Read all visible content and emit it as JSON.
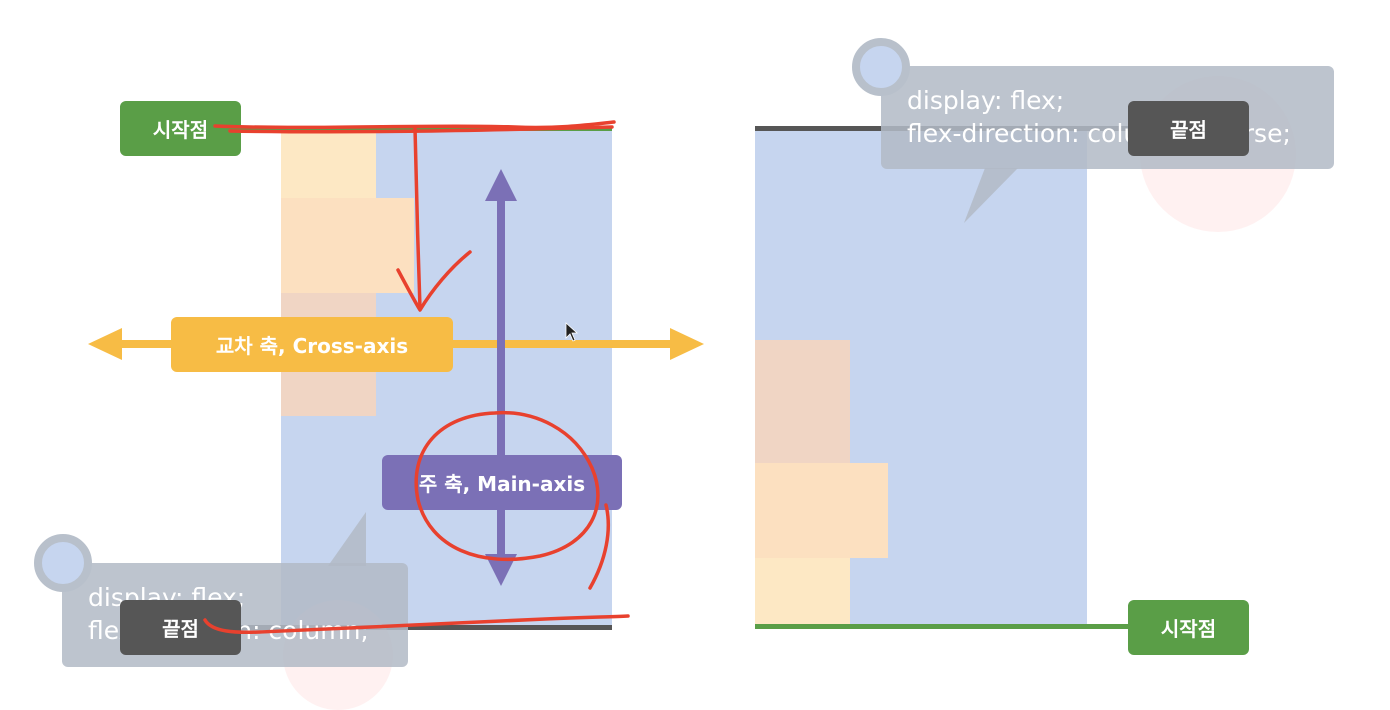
{
  "left": {
    "start_label": "시작점",
    "end_label": "끝점",
    "code": [
      "display: flex;",
      "flex-direction: column;"
    ]
  },
  "right": {
    "start_label": "시작점",
    "end_label": "끝점",
    "code": [
      "display: flex;",
      "flex-direction: column-reverse;"
    ]
  },
  "cross_axis_label": "교차 축, Cross-axis",
  "main_axis_label": "주 축, Main-axis",
  "colors": {
    "container": "#c6d5ef",
    "start": "#5a9e47",
    "end": "#565656",
    "cross_axis": "#f7bc45",
    "main_axis": "#7b70b6",
    "annotation": "#e8412e"
  }
}
